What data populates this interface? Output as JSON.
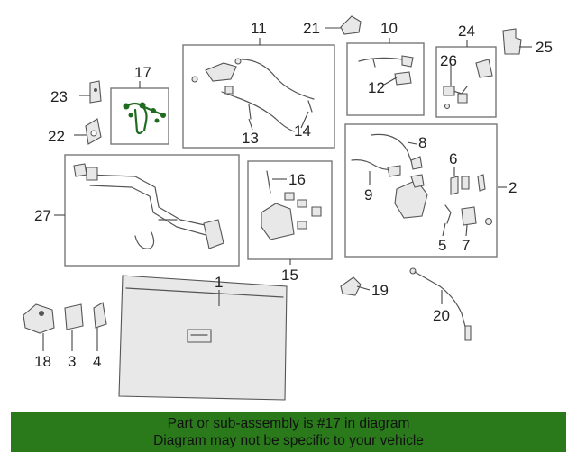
{
  "callouts": {
    "n1": "1",
    "n2": "2",
    "n3": "3",
    "n4": "4",
    "n5": "5",
    "n6": "6",
    "n7": "7",
    "n8": "8",
    "n9": "9",
    "n10": "10",
    "n11": "11",
    "n12": "12",
    "n13": "13",
    "n14": "14",
    "n15": "15",
    "n16": "16",
    "n17": "17",
    "n18": "18",
    "n19": "19",
    "n20": "20",
    "n21": "21",
    "n22": "22",
    "n23": "23",
    "n24": "24",
    "n25": "25",
    "n26": "26",
    "n27": "27"
  },
  "highlighted_part": "17",
  "colors": {
    "banner": "#2a7a1c",
    "highlight": "#1f6b1f"
  },
  "banner": {
    "line1": "Part or sub-assembly is #17 in diagram",
    "line2": "Diagram may not be specific to your vehicle"
  }
}
